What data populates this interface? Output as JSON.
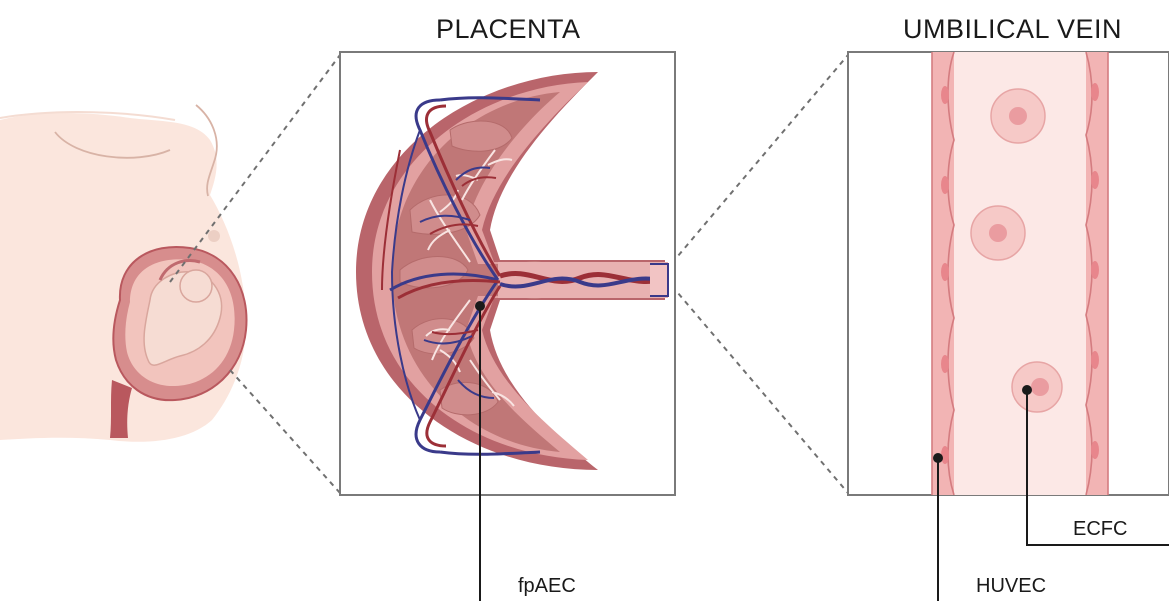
{
  "titles": {
    "placenta": "PLACENTA",
    "umbilical_vein": "UMBILICAL VEIN"
  },
  "labels": {
    "fpaec": "fpAEC",
    "huvec": "HUVEC",
    "ecfc": "ECFC"
  }
}
